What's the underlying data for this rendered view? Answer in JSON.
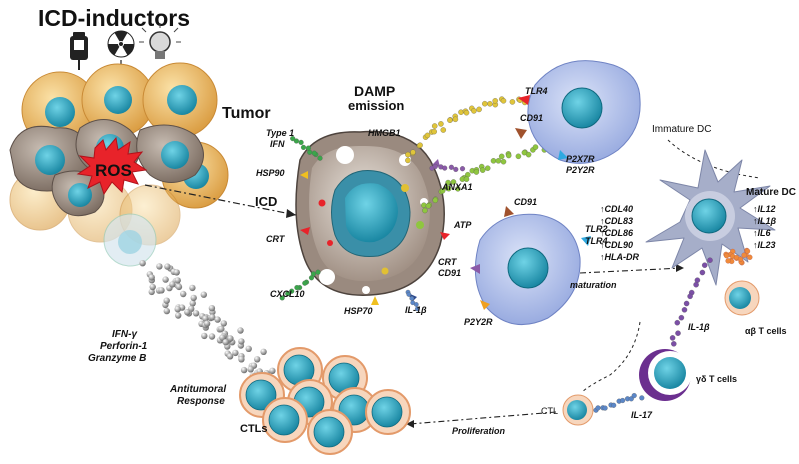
{
  "title": "ICD-inductors",
  "labels": {
    "tumor": "Tumor",
    "ros": "ROS",
    "damp_line1": "DAMP",
    "damp_line2": "emission",
    "icd": "ICD",
    "type1": "Type 1",
    "ifn": "IFN",
    "hmgb1": "HMGB1",
    "hsp90": "HSP90",
    "anxa1": "ANXA1",
    "atp": "ATP",
    "crt_left": "CRT",
    "crt_right": "CRT",
    "cxcl10": "CXCL10",
    "hsp70": "HSP70",
    "il1b_cell": "IL-1β",
    "tlr4_top": "TLR4",
    "cd91_top": "CD91",
    "p2x7r": "P2X7R",
    "p2y2r_top": "P2Y2R",
    "immature_dc": "Immature DC",
    "mature_dc": "Mature DC",
    "cd91_mid_top": "CD91",
    "tlr2": "TLR2",
    "tlr4_mid": "TLR4",
    "cd91_mid_left": "CD91",
    "p2y2r_mid": "P2Y2R",
    "maturation": "maturation",
    "markers": [
      "↑CDL40",
      "↑CDL83",
      "↑CDL86",
      "↑CDL90",
      "↑HLA-DR"
    ],
    "cytokines": [
      "↑IL12",
      "↑IL1β",
      "↑IL6",
      "↑IL23"
    ],
    "ab_tcells": "αβ T cells",
    "il1b_dc": "IL-1β",
    "gd_tcells": "γδ T cells",
    "ctl": "CTL",
    "il17": "IL-17",
    "proliferation": "Proliferation",
    "ctls": "CTLs",
    "antitumoral_1": "Antitumoral",
    "antitumoral_2": "Response",
    "ifng": "IFN-γ",
    "perforin": "Perforin-1",
    "granzyme": "Granzyme B"
  },
  "icons": [
    "iv-bag-icon",
    "radiation-icon",
    "light-bulb-icon"
  ],
  "colors": {
    "tumor_cell_orange": "#e9b25a",
    "tumor_cell_grey": "#8e7f74",
    "nucleus": "#2aa8c4",
    "dc_body": "#a8b8e6",
    "mature_dc_body": "#a6aec9",
    "ros_burst": "#e8232a",
    "hmgb1_dots": "#e0c53a",
    "atp_dots": "#8fc63f",
    "cxcl10_dots": "#3aa64a",
    "il_dots": "#5b87c8",
    "ctl_ring": "#f0b48a",
    "gd_ring": "#6b2f8f"
  }
}
